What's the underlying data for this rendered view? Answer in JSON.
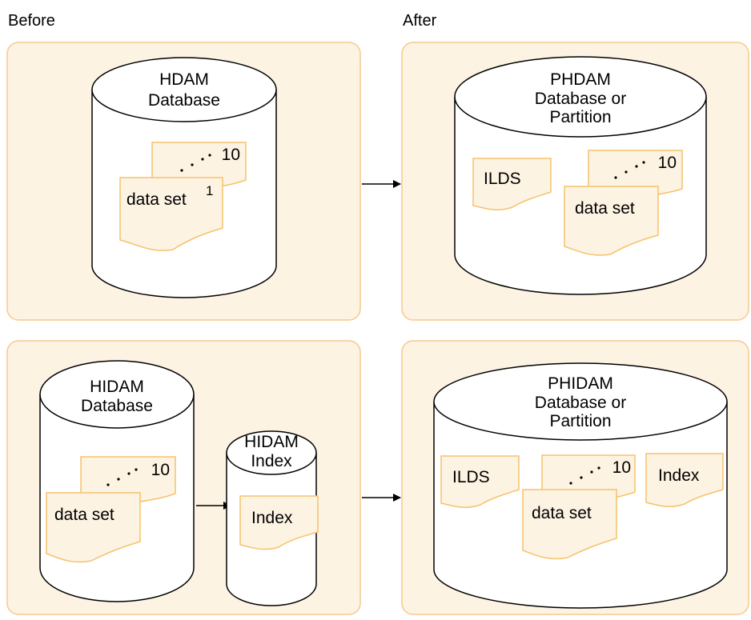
{
  "headings": {
    "before": "Before",
    "after": "After"
  },
  "colors": {
    "panel_fill": "#fdf3e3",
    "panel_stroke": "#f5c98d",
    "doc_fill": "#fdf3e3",
    "doc_stroke": "#f5c26b",
    "line": "#000000"
  },
  "icons": {
    "ellipsis": "dots-icon",
    "arrow": "arrow-right-icon"
  },
  "hdam": {
    "title1": "HDAM",
    "title2": "Database",
    "doc_back": "10",
    "doc_front": "data set",
    "doc_front_sup": "1"
  },
  "phdam": {
    "title1": "PHDAM",
    "title2": "Database or",
    "title3": "Partition",
    "ilds": "ILDS",
    "doc_back": "10",
    "doc_front": "data set"
  },
  "hidam": {
    "title1": "HIDAM",
    "title2": "Database",
    "doc_back": "10",
    "doc_front": "data set",
    "index_title1": "HIDAM",
    "index_title2": "Index",
    "index_doc": "Index"
  },
  "phidam": {
    "title1": "PHIDAM",
    "title2": "Database or",
    "title3": "Partition",
    "ilds": "ILDS",
    "doc_back": "10",
    "doc_front": "data set",
    "index": "Index"
  }
}
